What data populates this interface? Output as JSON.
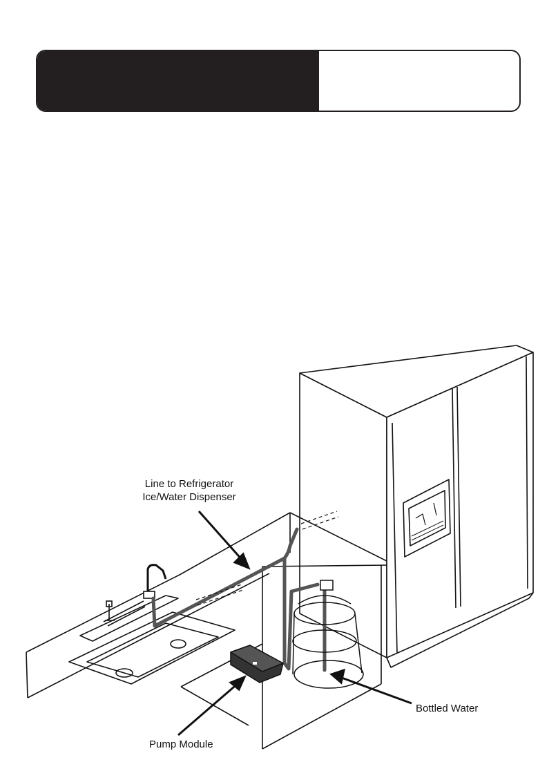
{
  "labels": {
    "line_to_refrigerator_1": "Line to Refrigerator",
    "line_to_refrigerator_2": "Ice/Water Dispenser",
    "bottled_water": "Bottled Water",
    "pump_module": "Pump Module"
  },
  "colors": {
    "header_dark": "#231f20",
    "line": "#111111",
    "tubing": "#555555",
    "pump": "#333333"
  }
}
